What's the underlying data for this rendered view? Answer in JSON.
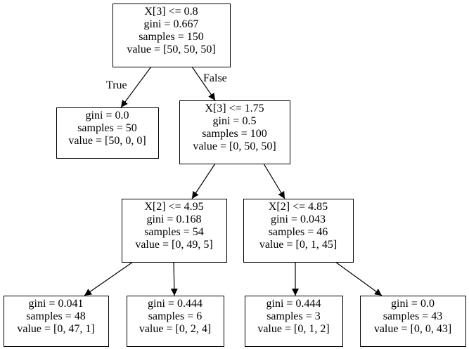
{
  "tree": {
    "nodes": [
      {
        "id": "n0",
        "lines": [
          "X[3] <= 0.8",
          "gini = 0.667",
          "samples = 150",
          "value = [50, 50, 50]"
        ]
      },
      {
        "id": "n1",
        "lines": [
          "gini = 0.0",
          "samples = 50",
          "value = [50, 0, 0]"
        ]
      },
      {
        "id": "n2",
        "lines": [
          "X[3] <= 1.75",
          "gini = 0.5",
          "samples = 100",
          "value = [0, 50, 50]"
        ]
      },
      {
        "id": "n3",
        "lines": [
          "X[2] <= 4.95",
          "gini = 0.168",
          "samples = 54",
          "value = [0, 49, 5]"
        ]
      },
      {
        "id": "n4",
        "lines": [
          "X[2] <= 4.85",
          "gini = 0.043",
          "samples = 46",
          "value = [0, 1, 45]"
        ]
      },
      {
        "id": "n5",
        "lines": [
          "gini = 0.041",
          "samples = 48",
          "value = [0, 47, 1]"
        ]
      },
      {
        "id": "n6",
        "lines": [
          "gini = 0.444",
          "samples = 6",
          "value = [0, 2, 4]"
        ]
      },
      {
        "id": "n7",
        "lines": [
          "gini = 0.444",
          "samples = 3",
          "value = [0, 1, 2]"
        ]
      },
      {
        "id": "n8",
        "lines": [
          "gini = 0.0",
          "samples = 43",
          "value = [0, 0, 43]"
        ]
      }
    ],
    "edges": [
      {
        "from": "n0",
        "to": "n1",
        "label": "True"
      },
      {
        "from": "n0",
        "to": "n2",
        "label": "False"
      },
      {
        "from": "n2",
        "to": "n3",
        "label": ""
      },
      {
        "from": "n2",
        "to": "n4",
        "label": ""
      },
      {
        "from": "n3",
        "to": "n5",
        "label": ""
      },
      {
        "from": "n3",
        "to": "n6",
        "label": ""
      },
      {
        "from": "n4",
        "to": "n7",
        "label": ""
      },
      {
        "from": "n4",
        "to": "n8",
        "label": ""
      }
    ]
  }
}
